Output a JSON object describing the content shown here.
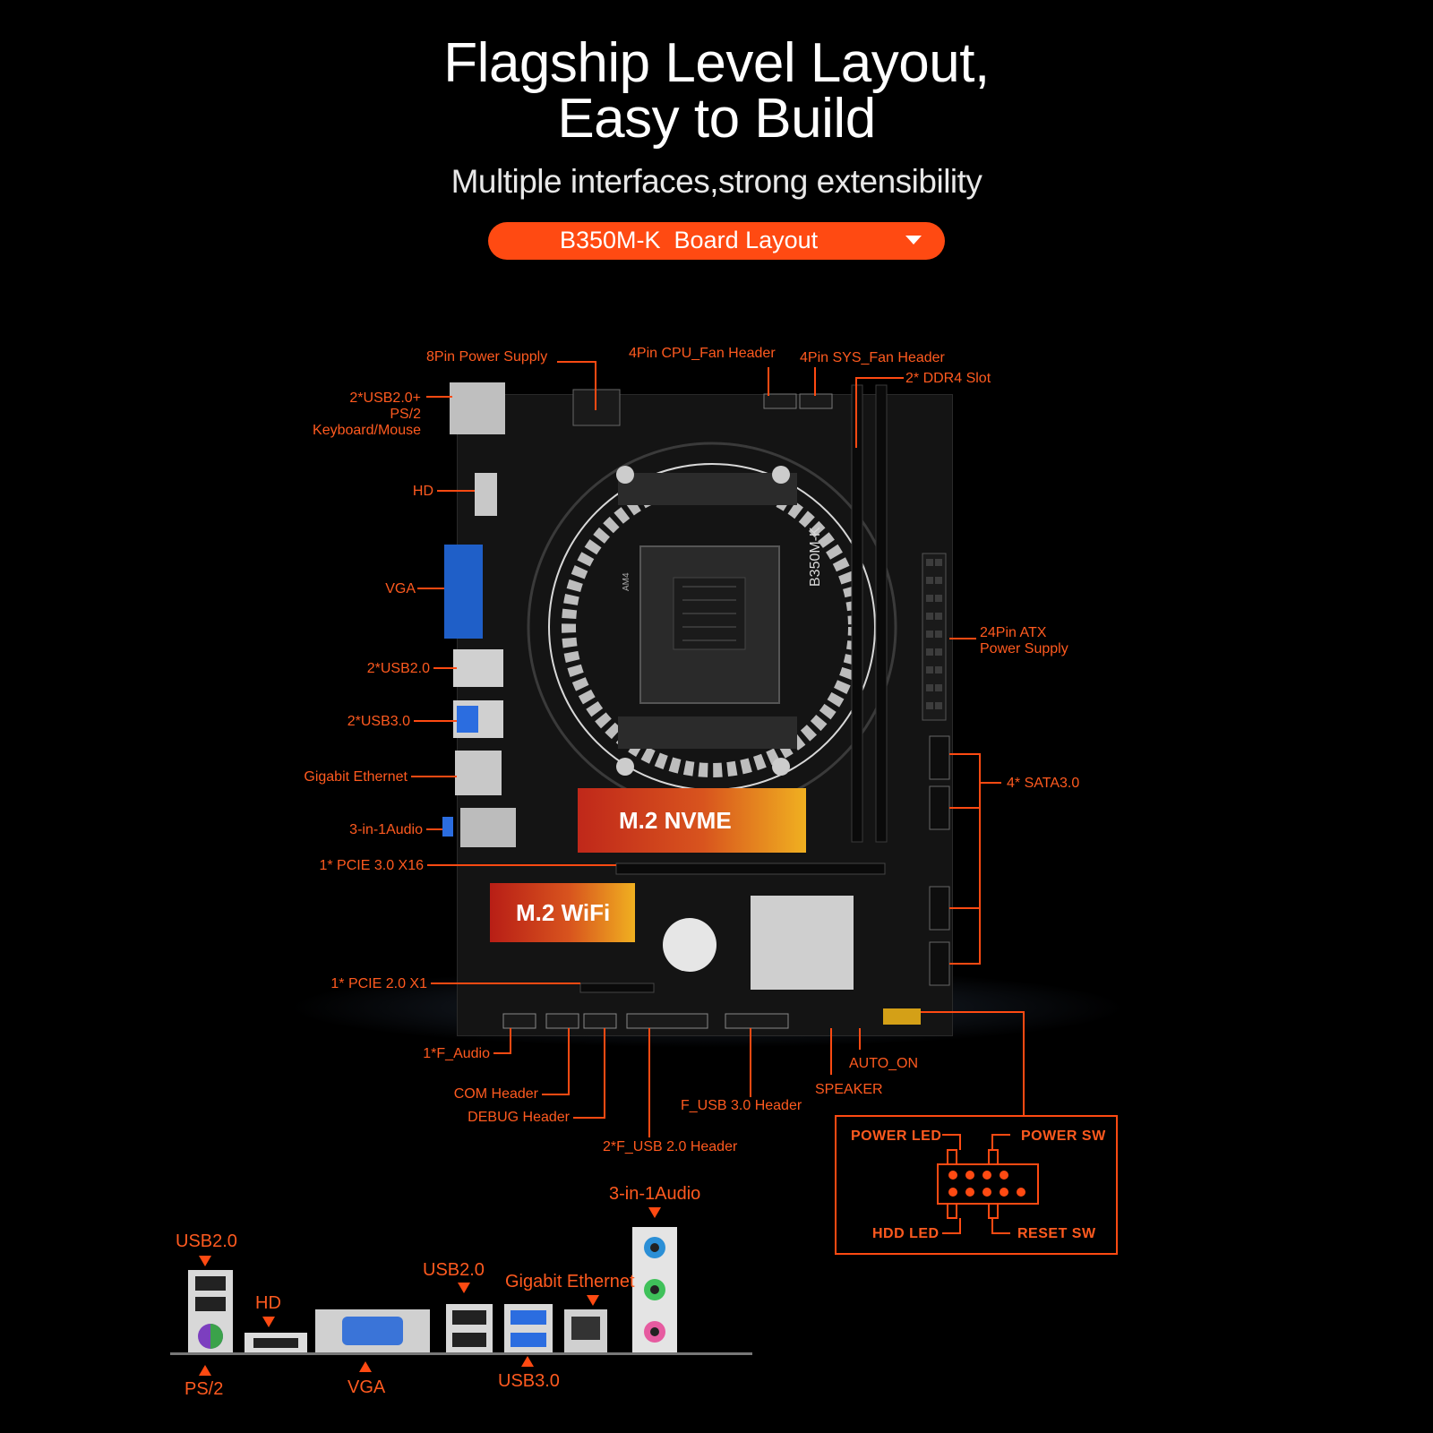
{
  "header": {
    "title_line1": "Flagship Level Layout,",
    "title_line2": "Easy to Build",
    "subtitle": "Multiple interfaces,strong extensibility",
    "selector_label": "B350M-K  Board Layout",
    "selector_icon": "caret-down-icon"
  },
  "board": {
    "chips": {
      "nvme": "M.2 NVME",
      "wifi": "M.2 WiFi"
    },
    "silk": {
      "model": "B350M-K",
      "socket": "AM4"
    },
    "callouts": {
      "power_8pin": "8Pin Power Supply",
      "cpu_fan": "4Pin CPU_Fan Header",
      "sys_fan": "4Pin SYS_Fan Header",
      "ddr4": "2* DDR4 Slot",
      "usb_ps2_l1": "2*USB2.0+",
      "usb_ps2_l2": "PS/2",
      "usb_ps2_l3": "Keyboard/Mouse",
      "hd": "HD",
      "vga": "VGA",
      "usb20": "2*USB2.0",
      "usb30": "2*USB3.0",
      "ethernet": "Gigabit Ethernet",
      "audio": "3-in-1Audio",
      "pcie_x16": "1* PCIE 3.0 X16",
      "pcie_x1": "1* PCIE 2.0 X1",
      "atx_l1": "24Pin ATX",
      "atx_l2": "Power Supply",
      "sata": "4* SATA3.0",
      "f_audio": "1*F_Audio",
      "com": "COM Header",
      "debug": "DEBUG Header",
      "f_usb20": "2*F_USB 2.0 Header",
      "f_usb30": "F_USB 3.0 Header",
      "speaker": "SPEAKER",
      "auto_on": "AUTO_ON"
    }
  },
  "front_panel": {
    "power_led": "POWER LED",
    "power_sw": "POWER SW",
    "hdd_led": "HDD LED",
    "reset_sw": "RESET SW"
  },
  "io_panel": {
    "usb20_left": "USB2.0",
    "ps2": "PS/2",
    "hd": "HD",
    "vga": "VGA",
    "usb20_mid": "USB2.0",
    "usb30": "USB3.0",
    "ethernet": "Gigabit Ethernet",
    "audio": "3-in-1Audio"
  },
  "colors": {
    "accent": "#ff4a12",
    "label": "#ff5a1f",
    "background": "#000000",
    "board": "#141414",
    "vga_blue": "#1f5fc8",
    "usb3_blue": "#2b6de0"
  }
}
